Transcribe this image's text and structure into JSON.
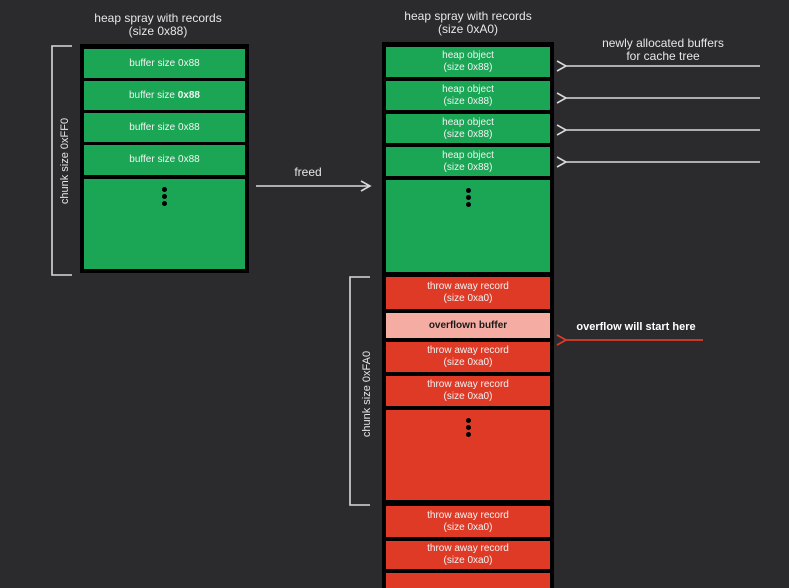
{
  "left_column": {
    "heading_line1": "heap spray with records",
    "heading_line2": "(size 0x88)",
    "chunk_label": "chunk size 0xFF0",
    "buffers": [
      {
        "prefix": "buffer size 0x88",
        "suffix": ""
      },
      {
        "prefix": "buffer size ",
        "suffix": "0x88"
      },
      {
        "prefix": "buffer size 0x88",
        "suffix": ""
      },
      {
        "prefix": "buffer size 0x88",
        "suffix": ""
      }
    ]
  },
  "freed_label": "freed",
  "right_column": {
    "heading_line1": "heap spray with records",
    "heading_line2": "(size 0xA0)",
    "chunk_label": "chunk size 0xFA0",
    "heap_objects": [
      {
        "line1": "heap object",
        "line2": "(size 0x88)"
      },
      {
        "line1": "heap object",
        "line2": "(size 0x88)"
      },
      {
        "line1": "heap object",
        "line2": "(size 0x88)"
      },
      {
        "line1": "heap object",
        "line2": "(size 0x88)"
      }
    ],
    "throw_away_top": {
      "line1": "throw away record",
      "line2": "(size 0xa0)"
    },
    "overflown_buffer": "overflown buffer",
    "throw_away_mid": [
      {
        "line1": "throw away record",
        "line2": "(size 0xa0)"
      },
      {
        "line1": "throw away record",
        "line2": "(size 0xa0)"
      }
    ],
    "throw_away_bottom": [
      {
        "line1": "throw away record",
        "line2": "(size 0xa0)"
      },
      {
        "line1": "throw away record",
        "line2": "(size 0xa0)"
      }
    ]
  },
  "annotations": {
    "new_buffers_line1": "newly allocated buffers",
    "new_buffers_line2": "for cache tree",
    "overflow_start": "overflow will start here"
  },
  "colors": {
    "background": "#2b2b2e",
    "green": "#1aa655",
    "red": "#df3a26",
    "pink": "#f5aca2",
    "arrow_white": "#d9d9d9",
    "arrow_red": "#df3a26"
  }
}
